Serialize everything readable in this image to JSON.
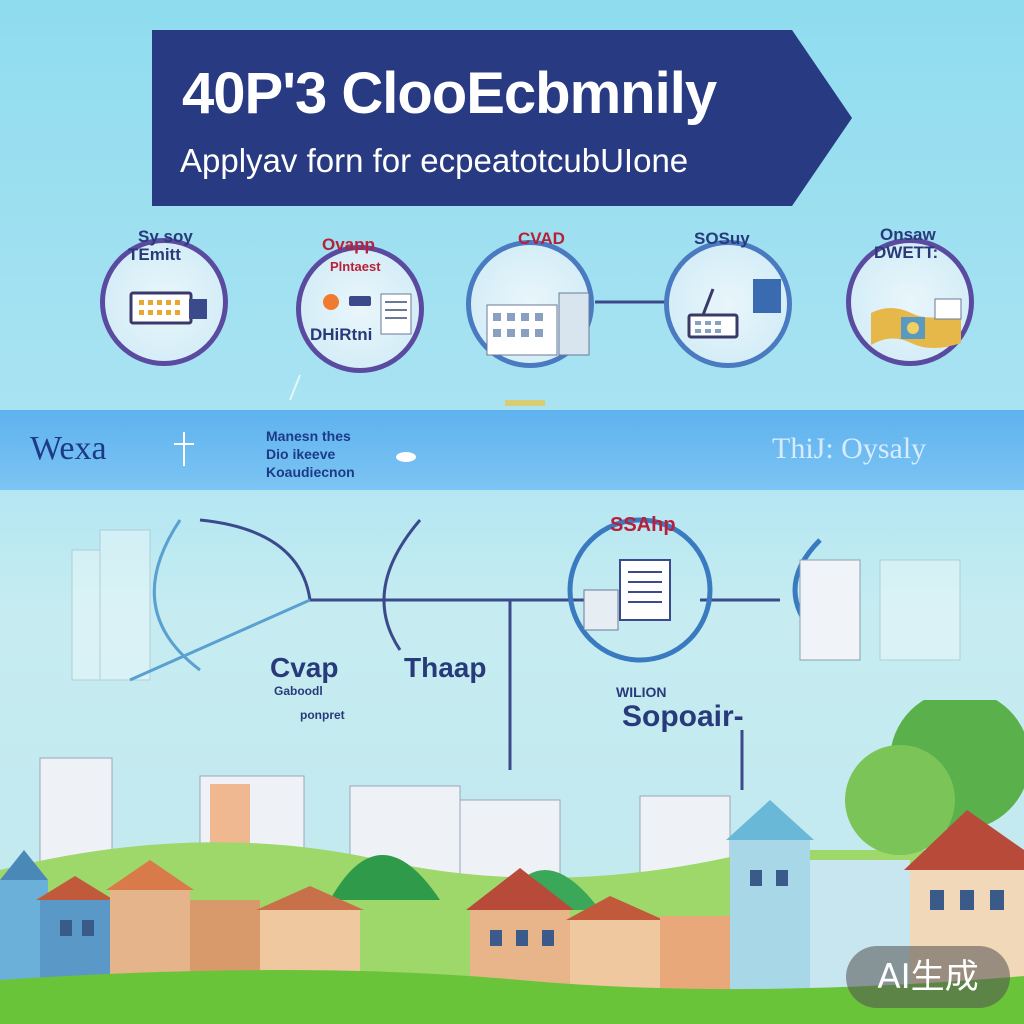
{
  "banner": {
    "title": "40P'3 ClooEcbmnily",
    "subtitle": "Applyav forn for ecpeatotcubUIone",
    "color": "#283a82"
  },
  "steps": [
    {
      "label_top": "Sy soy",
      "label_bottom": "TEmitt",
      "icon": "keyboard-icon"
    },
    {
      "label_top": "Ovapp",
      "label_bottom": "Plntaest",
      "label_bottom2": "DHiRtni",
      "icon": "document-icon"
    },
    {
      "label_top": "CVAD",
      "icon": "building-icon"
    },
    {
      "label_top": "SOSuy",
      "icon": "laptop-icon"
    },
    {
      "label_top": "Onsaw",
      "label_bottom": "DWETT:",
      "icon": "map-icon"
    }
  ],
  "strip": {
    "left": "Wexa",
    "mid_line1": "Manesn thes",
    "mid_line2": "Dio ikeeve",
    "mid_line3": "Koaudiecnon",
    "right": "ThiJ: Oysaly"
  },
  "lower": {
    "label_cvap": "Cvap",
    "label_cvap_sub": "Gaboodl",
    "label_cvap_sub2": "ponpret",
    "label_thaap": "Thaap",
    "badge_top": "SSAhp",
    "label_wilion": "WILION",
    "label_sopoair": "Sopoair-"
  },
  "badge": {
    "text": "AI生成"
  }
}
